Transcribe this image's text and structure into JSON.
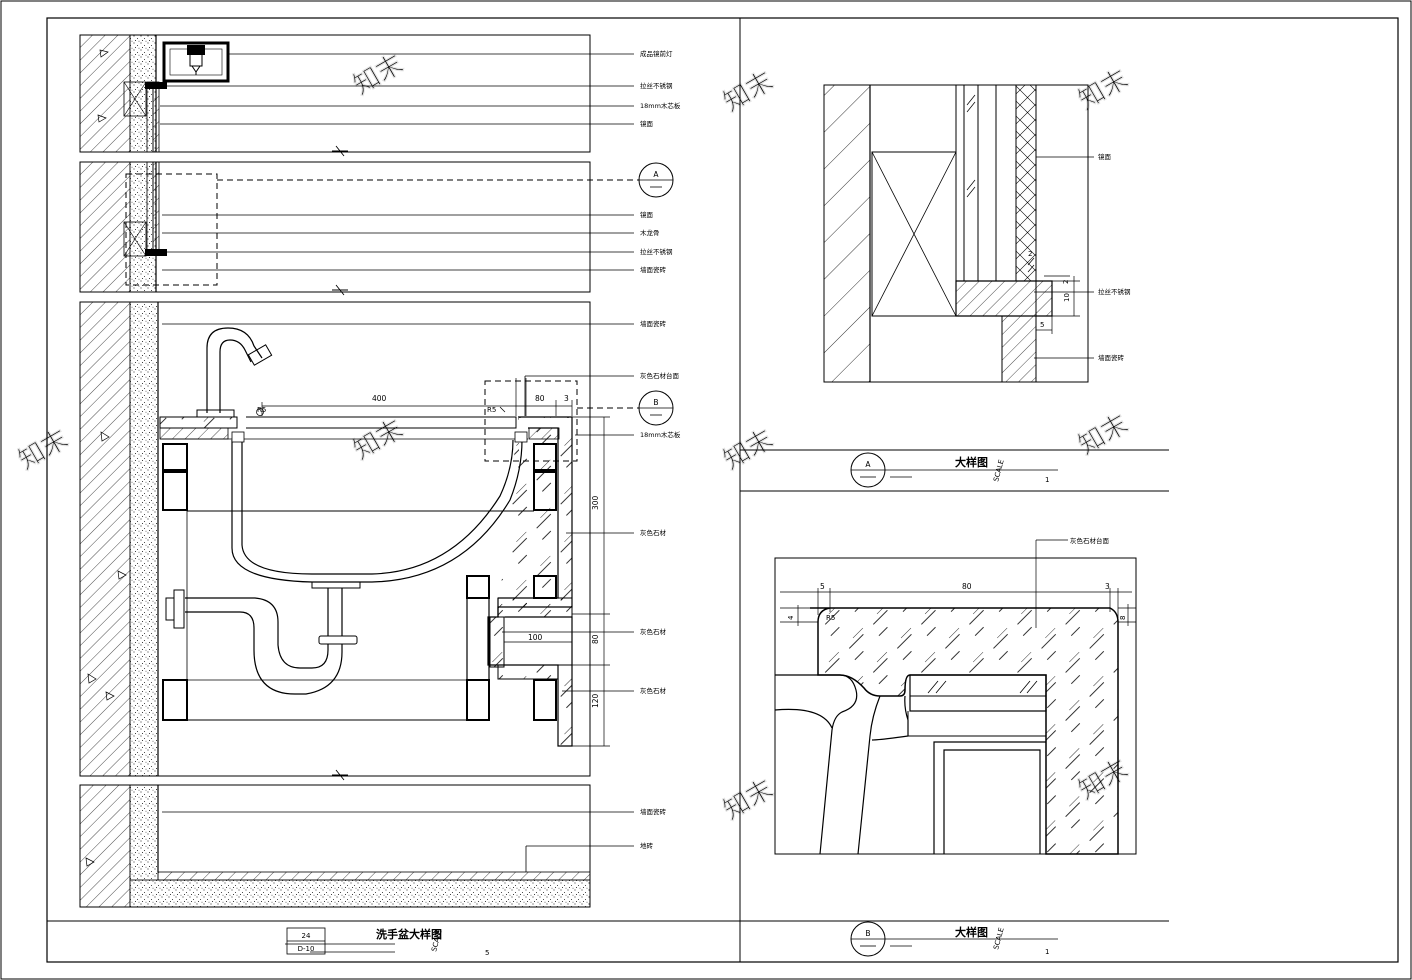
{
  "left_detail": {
    "labels": [
      "成品镜前灯",
      "拉丝不锈钢",
      "18mm木芯板",
      "镜面",
      "镜面",
      "木龙骨",
      "拉丝不锈钢",
      "墙面瓷砖",
      "墙面瓷砖",
      "灰色石材台面",
      "18mm木芯板",
      "灰色石材",
      "灰色石材",
      "灰色石材",
      "墙面瓷砖",
      "地砖"
    ],
    "section_marks": [
      {
        "letter": "A"
      },
      {
        "letter": "B"
      }
    ],
    "dimensions": {
      "top_width": "400",
      "top_right": "80",
      "top_edge": "3",
      "height_main": "300",
      "height_mid": "80",
      "width_lower": "100",
      "height_lower": "120",
      "radius_mark": "R5"
    },
    "title_block": {
      "number": "24",
      "sheet_ref": "D-10",
      "title": "洗手盆大样图",
      "scale_word": "SCALE",
      "scale": "5"
    }
  },
  "detail_a": {
    "labels": [
      "镜面",
      "拉丝不锈钢",
      "墙面瓷砖"
    ],
    "dimensions": {
      "d1": "2",
      "d2": "2",
      "d3": "10",
      "d4": "5"
    },
    "title_block": {
      "letter": "A",
      "title": "大样图",
      "scale_word": "SCALE",
      "scale": "1"
    }
  },
  "detail_b": {
    "labels": [
      "灰色石材台面"
    ],
    "dimensions": {
      "left": "5",
      "width": "80",
      "right": "3",
      "drop_left": "4",
      "drop_right": "8",
      "radius": "R5"
    },
    "title_block": {
      "letter": "B",
      "title": "大样图",
      "scale_word": "SCALE",
      "scale": "1"
    }
  },
  "watermark": "知末"
}
